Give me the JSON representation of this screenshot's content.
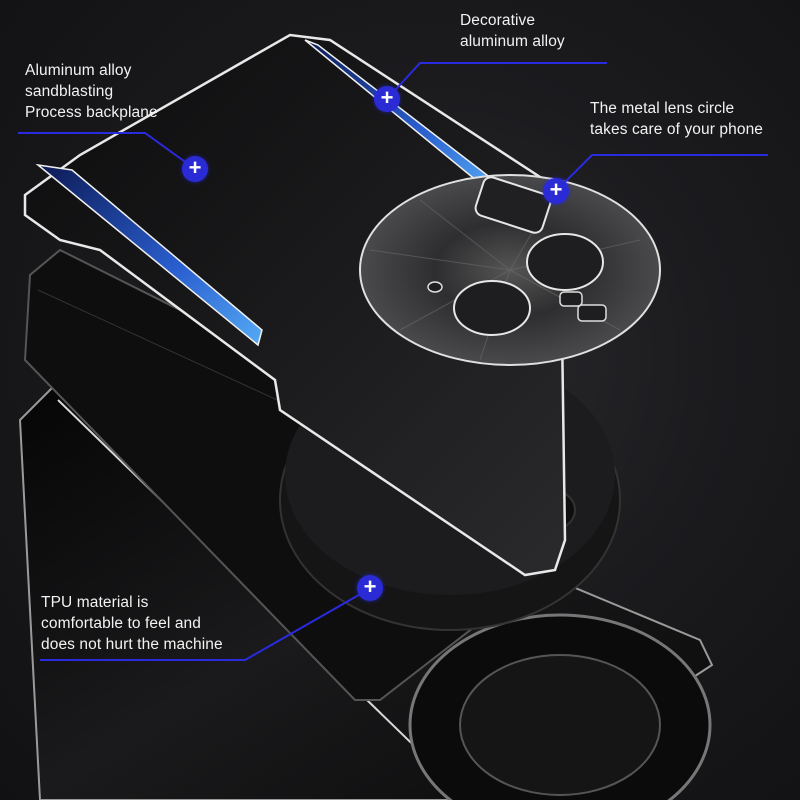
{
  "image": {
    "description": "Exploded product view of a black phone case with metal backplane, decorative aluminum strips and a brushed metal lens circle",
    "background_color": "#1b1b1e",
    "accent_color": "#2b2bd6",
    "strip_color": "#3a78e0"
  },
  "callouts": [
    {
      "id": "decorative-alloy",
      "text": "Decorative\naluminum alloy",
      "marker_glyph": "+"
    },
    {
      "id": "sandblasting-backplane",
      "text": "Aluminum alloy\nsandblasting\nProcess backplane",
      "marker_glyph": "+"
    },
    {
      "id": "metal-lens-circle",
      "text": "The metal lens circle\ntakes care of your phone",
      "marker_glyph": "+"
    },
    {
      "id": "tpu-material",
      "text": "TPU material is\ncomfortable to feel and\ndoes not hurt the machine",
      "marker_glyph": "+"
    }
  ]
}
